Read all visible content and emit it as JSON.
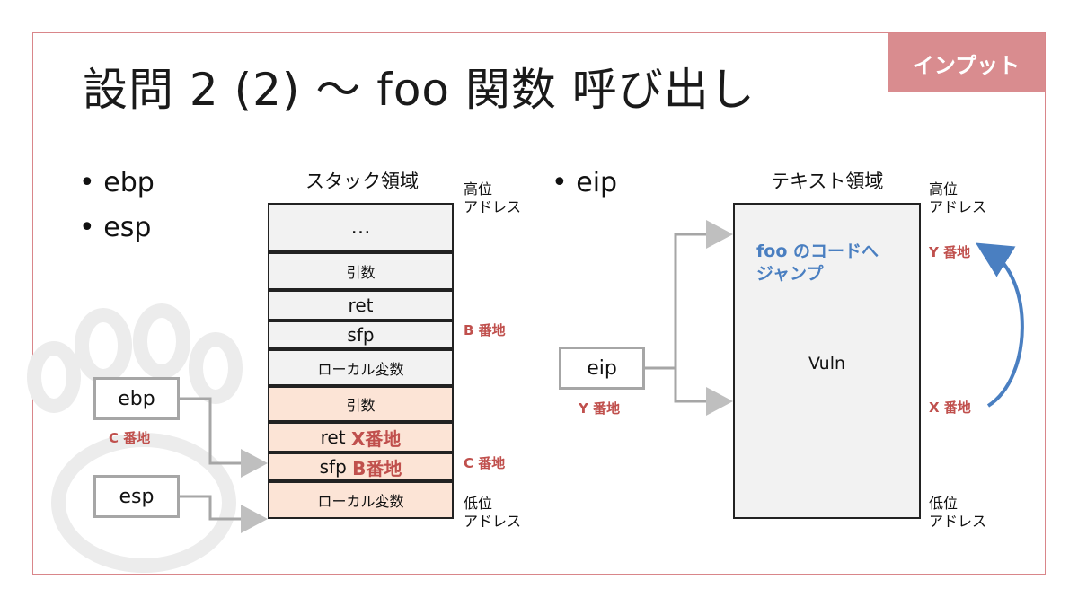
{
  "header": {
    "title": "設問 2 (2) ～ foo 関数 呼び出し",
    "tag": "インプット"
  },
  "bullets": {
    "left": [
      "• ebp",
      "• esp"
    ],
    "right": "• eip"
  },
  "stack": {
    "heading": "スタック領域",
    "high_address": [
      "高位",
      "アドレス"
    ],
    "low_address": [
      "低位",
      "アドレス"
    ],
    "cells": [
      {
        "text": "…",
        "style": "grey"
      },
      {
        "text": "引数",
        "style": "grey"
      },
      {
        "text": "ret",
        "style": "grey"
      },
      {
        "text": "sfp",
        "style": "grey"
      },
      {
        "text": "ローカル変数",
        "style": "grey"
      },
      {
        "text": "引数",
        "style": "peach"
      },
      {
        "text": "ret ",
        "highlight": "X番地",
        "style": "peach"
      },
      {
        "text": "sfp ",
        "highlight": "B番地",
        "style": "peach"
      },
      {
        "text": "ローカル変数",
        "style": "peach"
      }
    ],
    "marker_b": "B 番地",
    "marker_c": "C 番地"
  },
  "registers": {
    "ebp": "ebp",
    "ebp_value": "C 番地",
    "esp": "esp",
    "eip": "eip",
    "eip_value": "Y 番地"
  },
  "text_segment": {
    "heading": "テキスト領域",
    "high_address": [
      "高位",
      "アドレス"
    ],
    "low_address": [
      "低位",
      "アドレス"
    ],
    "note": [
      "foo のコードへ",
      "ジャンプ"
    ],
    "label": "Vuln",
    "marker_y": "Y 番地",
    "marker_x": "X 番地"
  },
  "colors": {
    "accent_red": "#c0504d",
    "accent_blue": "#4a7fc1",
    "frame": "#d9868a",
    "stack_new": "#fce4d6",
    "stack_old": "#f2f2f2"
  }
}
